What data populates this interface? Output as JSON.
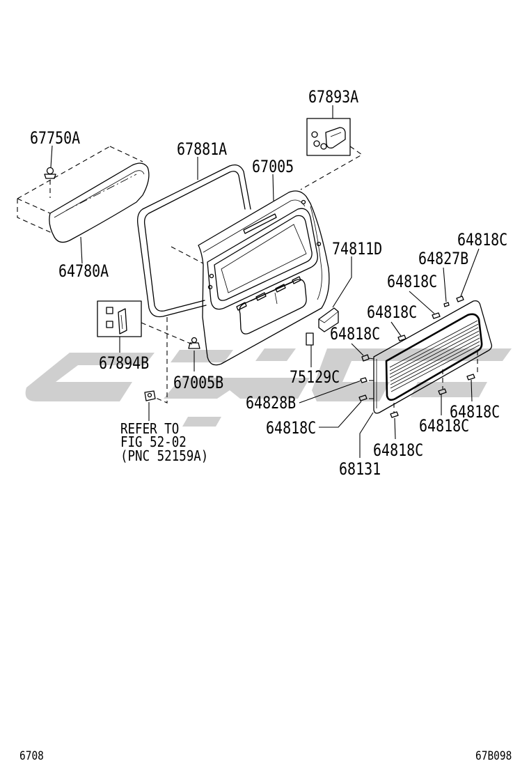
{
  "diagram": {
    "callouts": [
      "67893A",
      "67750A",
      "67881A",
      "67005",
      "64780A",
      "74811D",
      "64818C",
      "64827B",
      "64818C",
      "64818C",
      "64818C",
      "67894B",
      "67005B",
      "75129C",
      "64828B",
      "64818C",
      "64818C",
      "64818C",
      "64818C",
      "68131"
    ],
    "note": {
      "line1": "REFER TO",
      "line2": "FIG 52-02",
      "line3": "(PNC 52159A)"
    }
  },
  "footer": {
    "left": "6708",
    "right": "67B098"
  },
  "colors": {
    "background": "#ffffff",
    "line": "#000000",
    "watermark": "#cfcfcf"
  }
}
